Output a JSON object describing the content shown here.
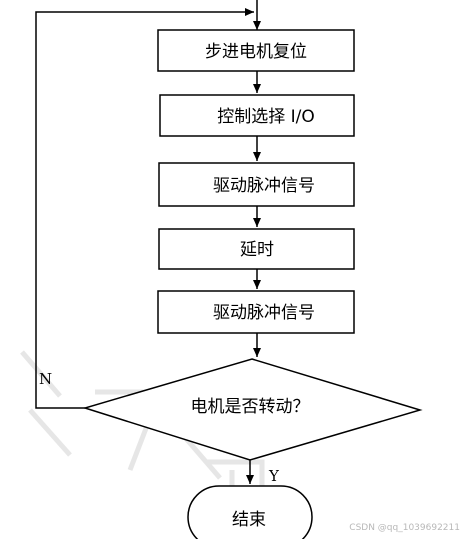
{
  "diagram": {
    "steps": [
      "步进电机复位",
      "控制选择 I/O",
      "驱动脉冲信号",
      "延时",
      "驱动脉冲信号"
    ],
    "decision": "电机是否转动？",
    "terminal": "结束",
    "branch_no": "N",
    "branch_yes": "Y"
  },
  "watermark": {
    "text": "CSDN @qq_1039692211"
  },
  "colors": {
    "line": "#000000",
    "background": "#ffffff",
    "watermark": "#b8b8b8",
    "stamp": "#e6e6e6"
  }
}
